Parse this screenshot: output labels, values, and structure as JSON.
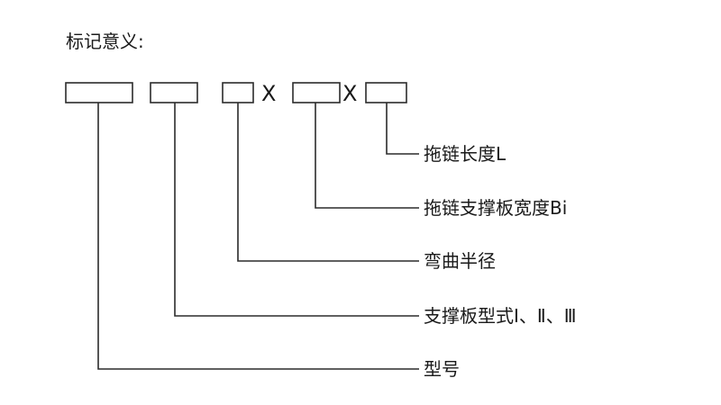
{
  "title": "标记意义:",
  "separators": [
    "X",
    "X"
  ],
  "fields": [
    {
      "label": "型号"
    },
    {
      "label": "支撑板型式Ⅰ、Ⅱ、Ⅲ"
    },
    {
      "label": "弯曲半径"
    },
    {
      "label": "拖链支撑板宽度Bi"
    },
    {
      "label": "拖链长度L"
    }
  ],
  "colors": {
    "line": "#2b2b2b",
    "text": "#1a1a1a",
    "background": "#ffffff"
  }
}
